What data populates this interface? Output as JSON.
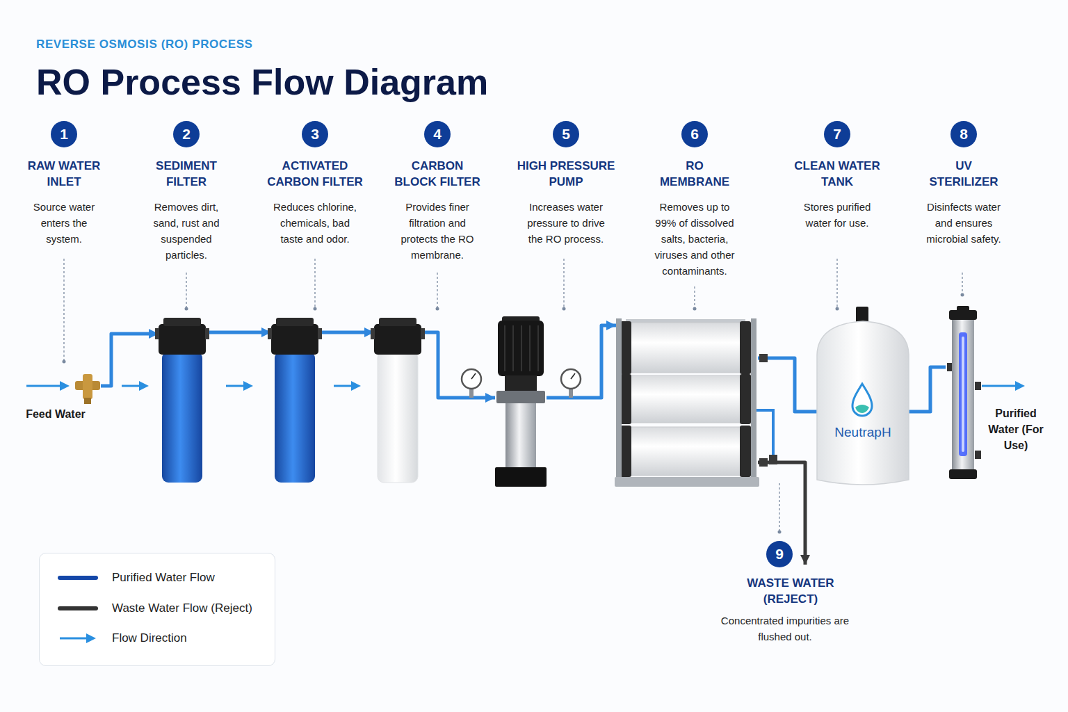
{
  "diagram": {
    "title": "RO Process Flow Diagram",
    "nodes": [
      {
        "text": [
          "1",
          "RAW WATER INLET",
          "Source water enters the system."
        ]
      },
      {
        "text": [
          "2",
          "SEDIMENT FILTER",
          "Removes dirt, sand, rust and suspended particles."
        ]
      },
      {
        "text": [
          "3",
          "ACTIVATED CARBON FILTER",
          "Reduces chlorine, chemicals, bad taste and odor."
        ]
      },
      {
        "text": [
          "4",
          "CARBON BLOCK FILTER",
          "Provides finer filtration and protects the RO membrane."
        ]
      },
      {
        "text": [
          "5",
          "HIGH PRESSURE PUMP",
          "Increases water pressure to drive the RO process."
        ]
      },
      {
        "text": [
          "6",
          "RO MEMBRANE",
          "Removes up to 99% of dissolved salts, bacteria, viruses and other contaminants."
        ]
      },
      {
        "text": [
          "7",
          "CLEAN WATER TANK",
          "Stores purified water for use.",
          "NeutrapH"
        ]
      },
      {
        "text": [
          "8",
          "UV STERILIZER",
          "Disinfects water and ensures microbial safety."
        ]
      },
      {
        "text": [
          "9",
          "WASTE WATER (REJECT)",
          "Concentrated impurities are flushed out."
        ]
      }
    ],
    "edges": [
      {
        "from": 0,
        "to": 1,
        "arrow": "to"
      },
      {
        "from": 1,
        "to": 2,
        "arrow": "to"
      },
      {
        "from": 2,
        "to": 3,
        "arrow": "to"
      },
      {
        "from": 3,
        "to": 4,
        "arrow": "to"
      },
      {
        "from": 4,
        "to": 5,
        "arrow": "to"
      },
      {
        "from": 5,
        "to": 6,
        "arrow": "none"
      },
      {
        "from": 6,
        "to": 7,
        "arrow": "none"
      },
      {
        "from": 5,
        "to": 8,
        "arrow": "to"
      }
    ],
    "labels": [
      "REVERSE OSMOSIS (RO) PROCESS",
      "Feed Water",
      "Purified Water (For Use)"
    ],
    "legend": [
      {
        "text": "Purified Water Flow"
      },
      {
        "text": "Waste Water Flow (Reject)"
      },
      {
        "text": "Flow Direction"
      }
    ]
  }
}
